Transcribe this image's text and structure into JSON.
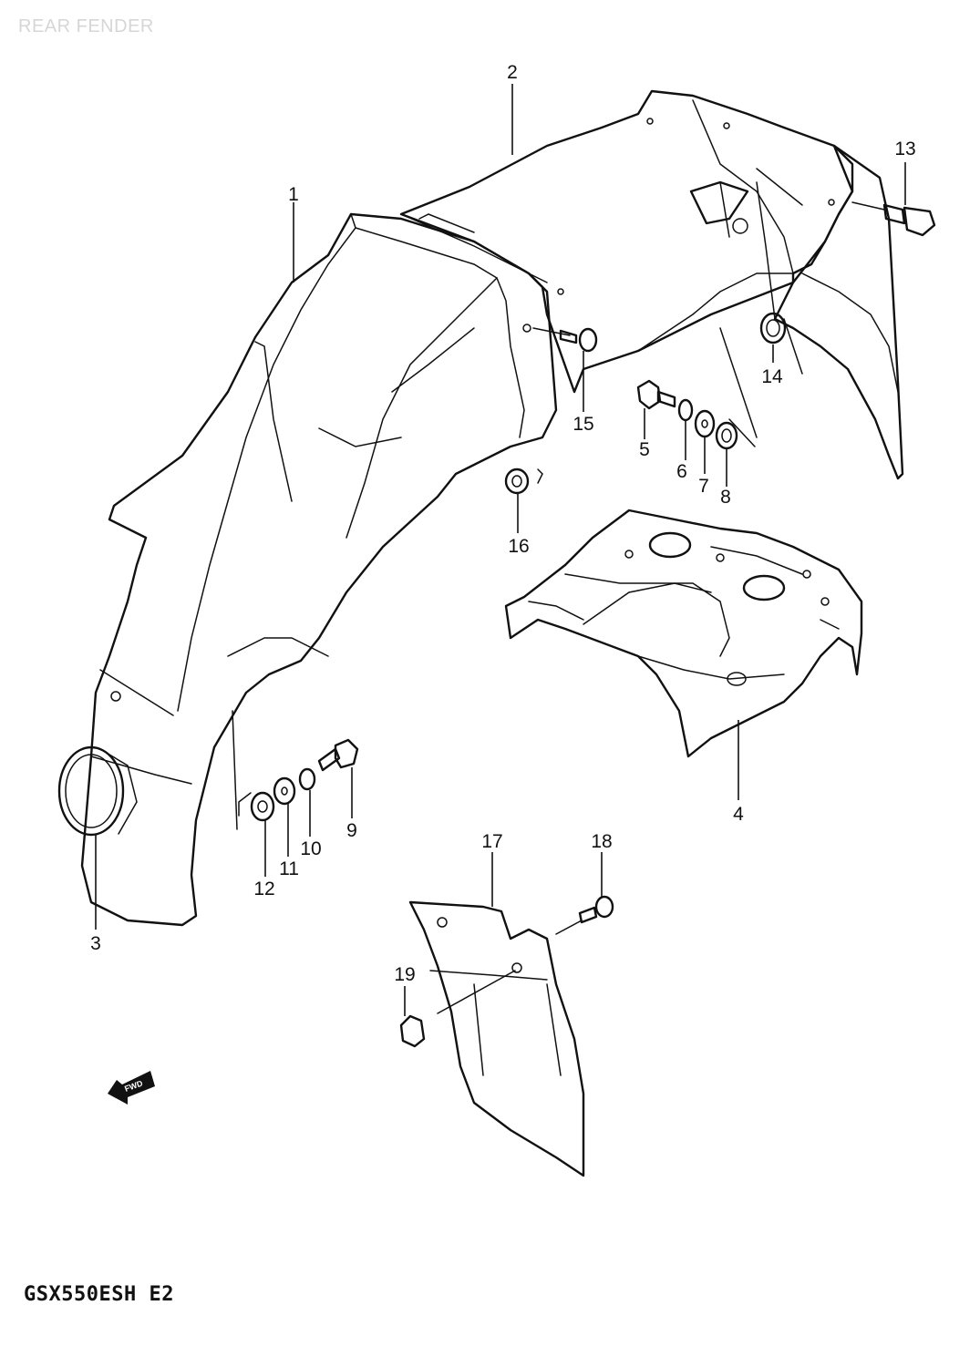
{
  "header": {
    "title": "REAR FENDER"
  },
  "footer": {
    "model": "GSX550ESH E2"
  },
  "arrow": {
    "label": "FWD",
    "icon": "fwd-arrow-icon"
  },
  "parts": [
    {
      "id": "1",
      "label": "1"
    },
    {
      "id": "2",
      "label": "2"
    },
    {
      "id": "3",
      "label": "3"
    },
    {
      "id": "4",
      "label": "4"
    },
    {
      "id": "5",
      "label": "5"
    },
    {
      "id": "6",
      "label": "6"
    },
    {
      "id": "7",
      "label": "7"
    },
    {
      "id": "8",
      "label": "8"
    },
    {
      "id": "9",
      "label": "9"
    },
    {
      "id": "10",
      "label": "10"
    },
    {
      "id": "11",
      "label": "11"
    },
    {
      "id": "12",
      "label": "12"
    },
    {
      "id": "13",
      "label": "13"
    },
    {
      "id": "14",
      "label": "14"
    },
    {
      "id": "15",
      "label": "15"
    },
    {
      "id": "16",
      "label": "16"
    },
    {
      "id": "17",
      "label": "17"
    },
    {
      "id": "18",
      "label": "18"
    },
    {
      "id": "19",
      "label": "19"
    }
  ]
}
